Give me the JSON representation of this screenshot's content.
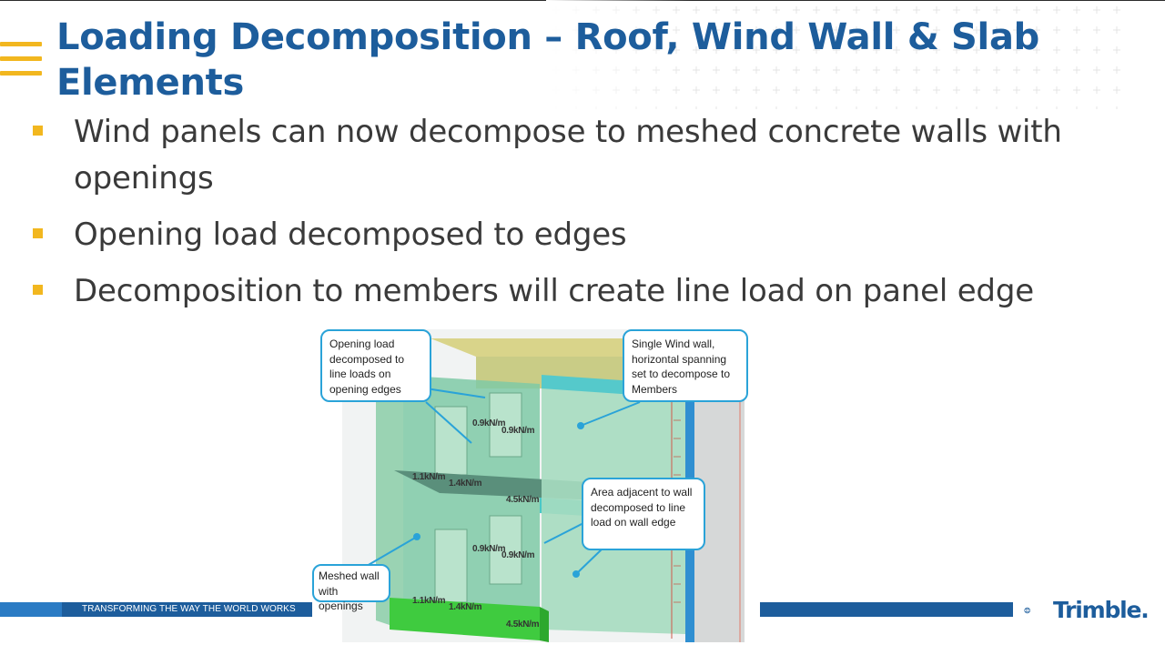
{
  "slide": {
    "title": "Loading Decomposition – Roof, Wind Wall & Slab Elements",
    "bullets": [
      "Wind panels can now decompose to meshed concrete walls with openings",
      "Opening load decomposed to edges",
      "Decomposition to members will create line load on panel edge"
    ]
  },
  "figure": {
    "callouts": {
      "opening": "Opening load decomposed to line loads on opening edges",
      "wind_wall": "Single Wind wall, horizontal spanning set to decompose to Members",
      "area": "Area adjacent to wall decomposed to line load on wall edge",
      "meshed": "Meshed wall with openings"
    },
    "load_labels": {
      "l1": "0.9kN/m",
      "l2": "0.9kN/m",
      "l3": "1.1kN/m",
      "l4": "1.4kN/m",
      "l5": "4.5kN/m",
      "l6": "0.9kN/m",
      "l7": "0.9kN/m",
      "l8": "1.1kN/m",
      "l9": "1.4kN/m",
      "l10": "4.5kN/m"
    }
  },
  "footer": {
    "tagline": "TRANSFORMING THE WAY THE WORLD WORKS",
    "logo_text": "Trimble."
  },
  "colors": {
    "title_blue": "#1d5d9c",
    "accent_yellow": "#f2b71f",
    "callout_border": "#2aa3d8"
  }
}
